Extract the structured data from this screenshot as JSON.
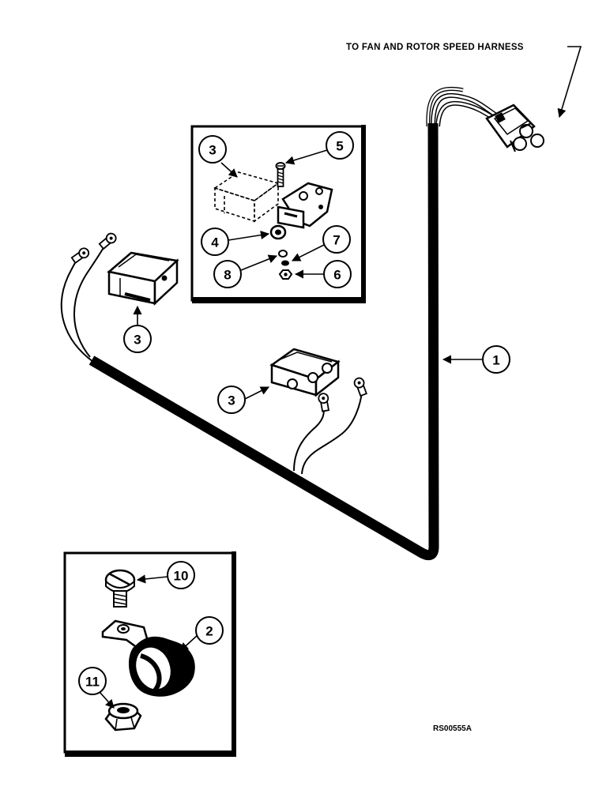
{
  "diagram": {
    "note": "TO FAN AND ROTOR SPEED HARNESS",
    "reference_code": "RS00555A",
    "callouts": {
      "harness": "1",
      "clamp": "2",
      "switch_left": "3",
      "switch_center": "3",
      "switch_inset": "3",
      "roller": "4",
      "screw": "5",
      "nut": "6",
      "washer_7": "7",
      "washer_8": "8",
      "clamp_screw": "10",
      "clamp_nut": "11"
    }
  }
}
